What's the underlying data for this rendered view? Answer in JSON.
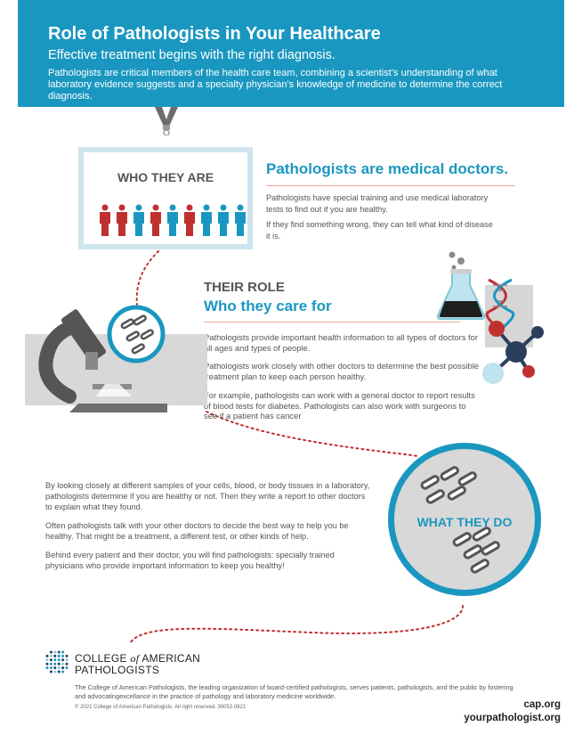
{
  "header": {
    "title": "Role of Pathologists in Your Healthcare",
    "subtitle": "Effective treatment begins with the right diagnosis.",
    "intro": "Pathologists are critical members of the health care team, combining a scientist’s understanding of what laboratory evidence suggests and a specialty physician’s knowledge of medicine to determine the correct diagnosis."
  },
  "who": {
    "badge_title": "WHO THEY ARE",
    "heading": "Pathologists are medical doctors.",
    "paragraphs": [
      "Pathologists have special training and use medical laboratory tests to find out if you are healthy.",
      "If they find something wrong, they can tell what kind of disease it is."
    ]
  },
  "role": {
    "heading": "THEIR ROLE",
    "subheading": "Who they care for",
    "paragraphs": [
      "Pathologists provide important health information to all types of doctors for all ages and types of people.",
      "Pathologists work closely with other doctors to determine the best possible treatment plan to keep each person healthy.",
      "For example, pathologists can work with a general doctor to report results of blood tests for diabetes. Pathologists can also work with surgeons to see if a patient has cancer"
    ]
  },
  "what": {
    "circle_title": "WHAT THEY DO",
    "paragraphs": [
      "By looking closely at different samples of your cells, blood, or body tissues in a laboratory, pathologists determine if you are healthy or not. Then they write a report to other doctors to explain what they found.",
      "Often pathologists talk with your other doctors to decide the best way to help you be healthy. That might be a treatment, a different test, or other kinds of help.",
      "Behind every patient and their doctor, you will find pathologists: specially trained physicians who provide important information to keep you healthy!"
    ]
  },
  "footer": {
    "logo_line1_a": "COLLEGE ",
    "logo_line1_of": "of",
    "logo_line1_b": " AMERICAN",
    "logo_line2": "PATHOLOGISTS",
    "description": "The College of American Pathologists, the leading organization of board-certified pathologists, serves patients, pathologists, and the public by fostering and advocatingexcellance in the practice of pathology and laboratory medicine worldwide.",
    "copyright": "© 2021 College of American Pathologists. All right reserved. 30052.0821",
    "link1": "cap.org",
    "link2": "yourpathologist.org"
  },
  "colors": {
    "brand_blue": "#1a97c0",
    "accent_red": "#c0302f",
    "light_blue": "#cfe5ee",
    "gray": "#d8d8d8",
    "navy": "#2b3f5c"
  }
}
